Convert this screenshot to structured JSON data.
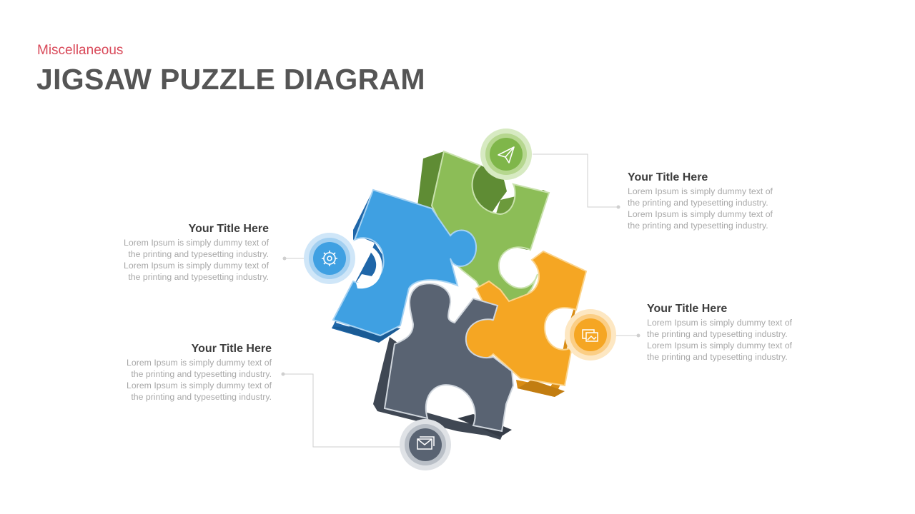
{
  "header": {
    "category": "Miscellaneous",
    "title": "JIGSAW PUZZLE DIAGRAM"
  },
  "colors": {
    "category": "#d94a5a",
    "blue": "#3fa0e2",
    "green": "#8cbd57",
    "orange": "#f5a623",
    "slate": "#596372"
  },
  "callouts": {
    "left_top": {
      "title": "Your Title Here",
      "line1": "Lorem Ipsum is simply dummy text of",
      "line2": "the printing and typesetting industry.",
      "line3": "Lorem Ipsum is simply dummy text of",
      "line4": "the printing and typesetting industry.",
      "icon": "gear-icon"
    },
    "left_bottom": {
      "title": "Your Title Here",
      "line1": "Lorem Ipsum is simply dummy text of",
      "line2": "the printing and typesetting industry.",
      "line3": "Lorem Ipsum is simply dummy text of",
      "line4": "the printing and typesetting industry.",
      "icon": "mail-icon"
    },
    "right_top": {
      "title": "Your Title Here",
      "line1": "Lorem Ipsum is simply dummy text of",
      "line2": "the printing and typesetting industry.",
      "line3": "Lorem Ipsum is simply dummy text of",
      "line4": "the printing and typesetting industry.",
      "icon": "paper-plane-icon"
    },
    "right_bottom": {
      "title": "Your Title Here",
      "line1": "Lorem Ipsum is simply dummy text of",
      "line2": "the printing and typesetting industry.",
      "line3": "Lorem Ipsum is simply dummy text of",
      "line4": "the printing and typesetting industry.",
      "icon": "gallery-icon"
    }
  }
}
